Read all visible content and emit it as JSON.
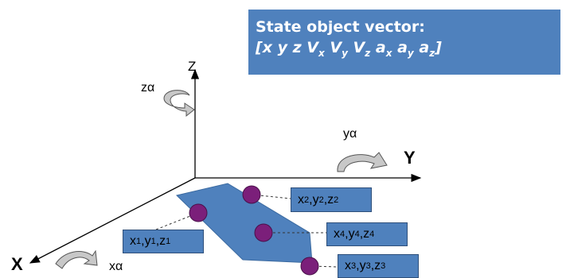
{
  "state_vector": {
    "title": "State object vector:",
    "vector_parts": [
      {
        "base": "x",
        "sub": ""
      },
      {
        "base": "y",
        "sub": ""
      },
      {
        "base": "z",
        "sub": ""
      },
      {
        "base": "V",
        "sub": "x"
      },
      {
        "base": "V",
        "sub": "y"
      },
      {
        "base": "V",
        "sub": "z"
      },
      {
        "base": "a",
        "sub": "x"
      },
      {
        "base": "a",
        "sub": "y"
      },
      {
        "base": "a",
        "sub": "z"
      }
    ]
  },
  "axes": {
    "z_label": "Z",
    "y_label": "Y",
    "x_label": "X",
    "z_rotation": "zα",
    "y_rotation": "yα",
    "x_rotation": "xα"
  },
  "points": [
    {
      "id": "p1",
      "label": [
        {
          "v": "x",
          "i": "1"
        },
        {
          "v": "y",
          "i": "1"
        },
        {
          "v": "z",
          "i": "1"
        }
      ]
    },
    {
      "id": "p2",
      "label": [
        {
          "v": "x",
          "i": "2"
        },
        {
          "v": "y",
          "i": "2"
        },
        {
          "v": "z",
          "i": "2"
        }
      ]
    },
    {
      "id": "p3",
      "label": [
        {
          "v": "x",
          "i": "3"
        },
        {
          "v": "y",
          "i": "3"
        },
        {
          "v": "z",
          "i": "3"
        }
      ]
    },
    {
      "id": "p4",
      "label": [
        {
          "v": "x",
          "i": "4"
        },
        {
          "v": "y",
          "i": "4"
        },
        {
          "v": "z",
          "i": "4"
        }
      ]
    }
  ],
  "colors": {
    "panel_blue": "#4f81bd",
    "point_purple": "#7b1f7a",
    "arrow_gray": "#c8c8c8"
  }
}
